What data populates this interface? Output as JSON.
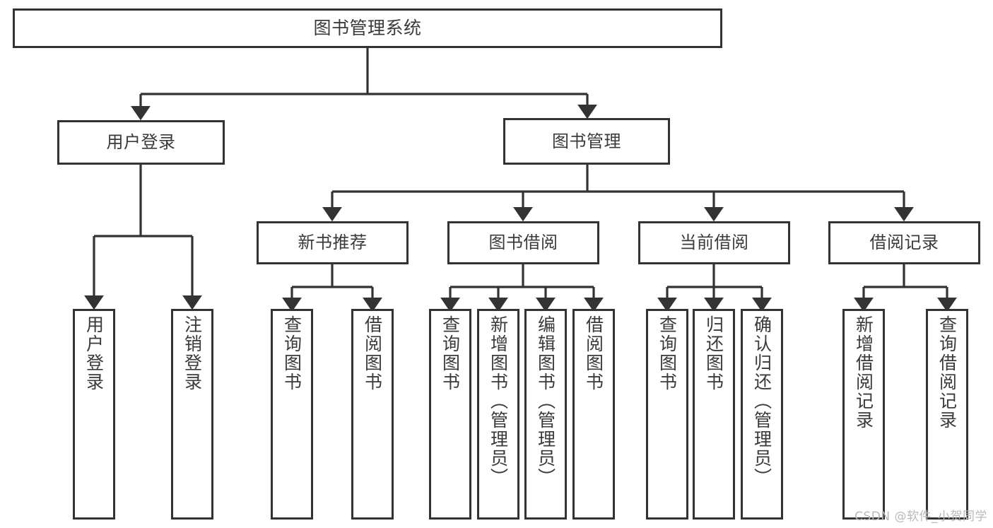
{
  "diagram": {
    "type": "tree",
    "title": "图书管理系统",
    "watermark": "CSDN @软件_小贺同学",
    "colors": {
      "box_border": "#333333",
      "box_fill": "#ffffff",
      "text": "#3a3a3a",
      "edge": "#333333",
      "watermark": "#b9b9b9"
    },
    "nodes": {
      "root": {
        "label": "图书管理系统"
      },
      "level2": [
        {
          "label": "用户登录"
        },
        {
          "label": "图书管理"
        }
      ],
      "level3": [
        {
          "label": "新书推荐"
        },
        {
          "label": "图书借阅"
        },
        {
          "label": "当前借阅"
        },
        {
          "label": "借阅记录"
        }
      ],
      "leaves": [
        {
          "label": "用户登录",
          "parent": "用户登录"
        },
        {
          "label": "注销登录",
          "parent": "用户登录"
        },
        {
          "label": "查询图书",
          "parent": "新书推荐"
        },
        {
          "label": "借阅图书",
          "parent": "新书推荐"
        },
        {
          "label": "查询图书",
          "parent": "图书借阅"
        },
        {
          "label": "新增图书（管理员）",
          "parent": "图书借阅"
        },
        {
          "label": "编辑图书（管理员）",
          "parent": "图书借阅"
        },
        {
          "label": "借阅图书",
          "parent": "图书借阅"
        },
        {
          "label": "查询图书",
          "parent": "当前借阅"
        },
        {
          "label": "归还图书",
          "parent": "当前借阅"
        },
        {
          "label": "确认归还（管理员）",
          "parent": "当前借阅"
        },
        {
          "label": "新增借阅记录",
          "parent": "借阅记录"
        },
        {
          "label": "查询借阅记录",
          "parent": "借阅记录"
        }
      ]
    }
  }
}
